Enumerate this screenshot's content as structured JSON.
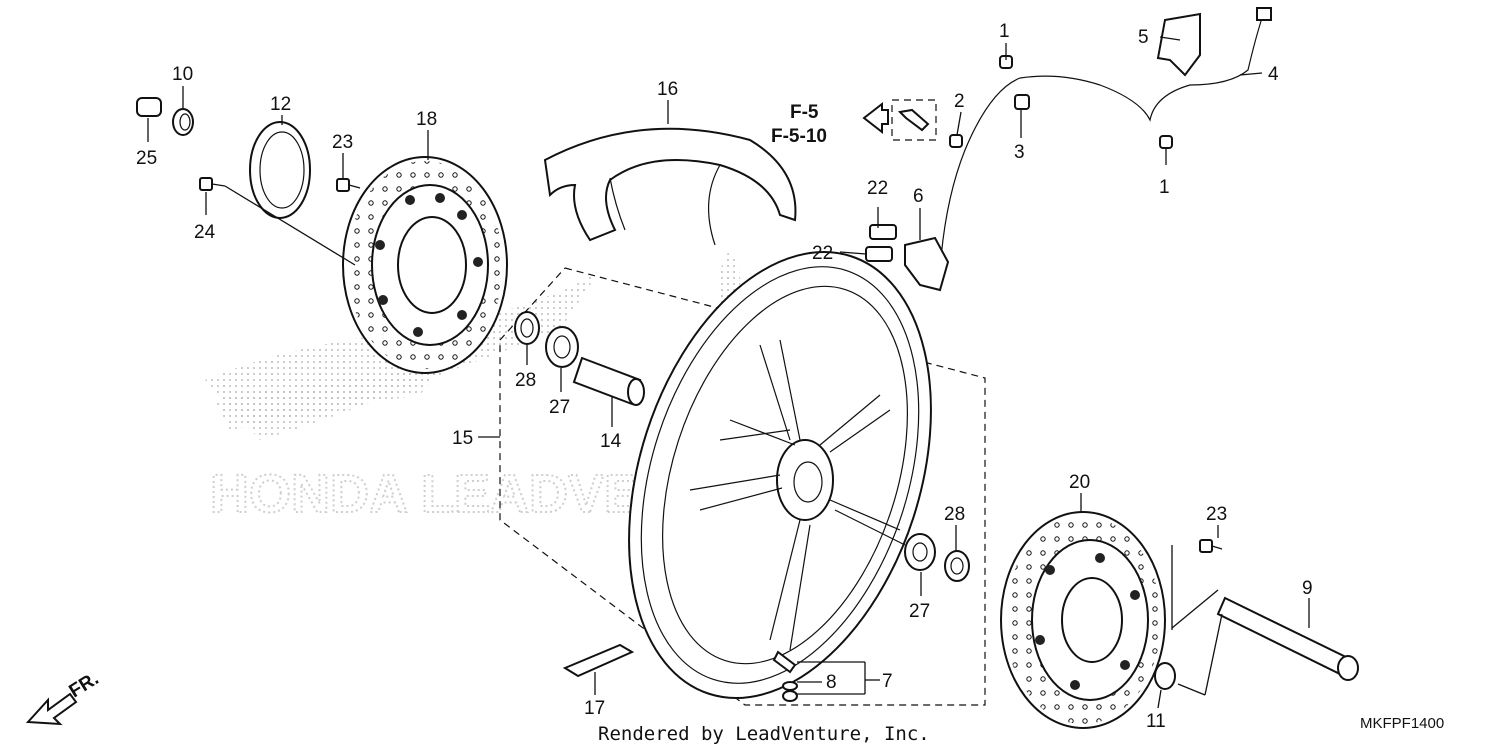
{
  "diagram": {
    "callouts": {
      "c1a": "1",
      "c1b": "1",
      "c2": "2",
      "c3": "3",
      "c4": "4",
      "c5": "5",
      "c6": "6",
      "c7": "7",
      "c8": "8",
      "c9": "9",
      "c10": "10",
      "c11": "11",
      "c12": "12",
      "c14": "14",
      "c15": "15",
      "c16": "16",
      "c17": "17",
      "c18": "18",
      "c20": "20",
      "c22a": "22",
      "c22b": "22",
      "c23a": "23",
      "c23b": "23",
      "c24": "24",
      "c25": "25",
      "c27a": "27",
      "c27b": "27",
      "c28a": "28",
      "c28b": "28"
    },
    "reference": {
      "line1": "F-5",
      "line2": "F-5-10"
    },
    "direction_label": "FR.",
    "watermark": "HONDA LEADVENTURE",
    "footer_credit": "Rendered by LeadVenture, Inc.",
    "diagram_code": "MKFPF1400"
  }
}
